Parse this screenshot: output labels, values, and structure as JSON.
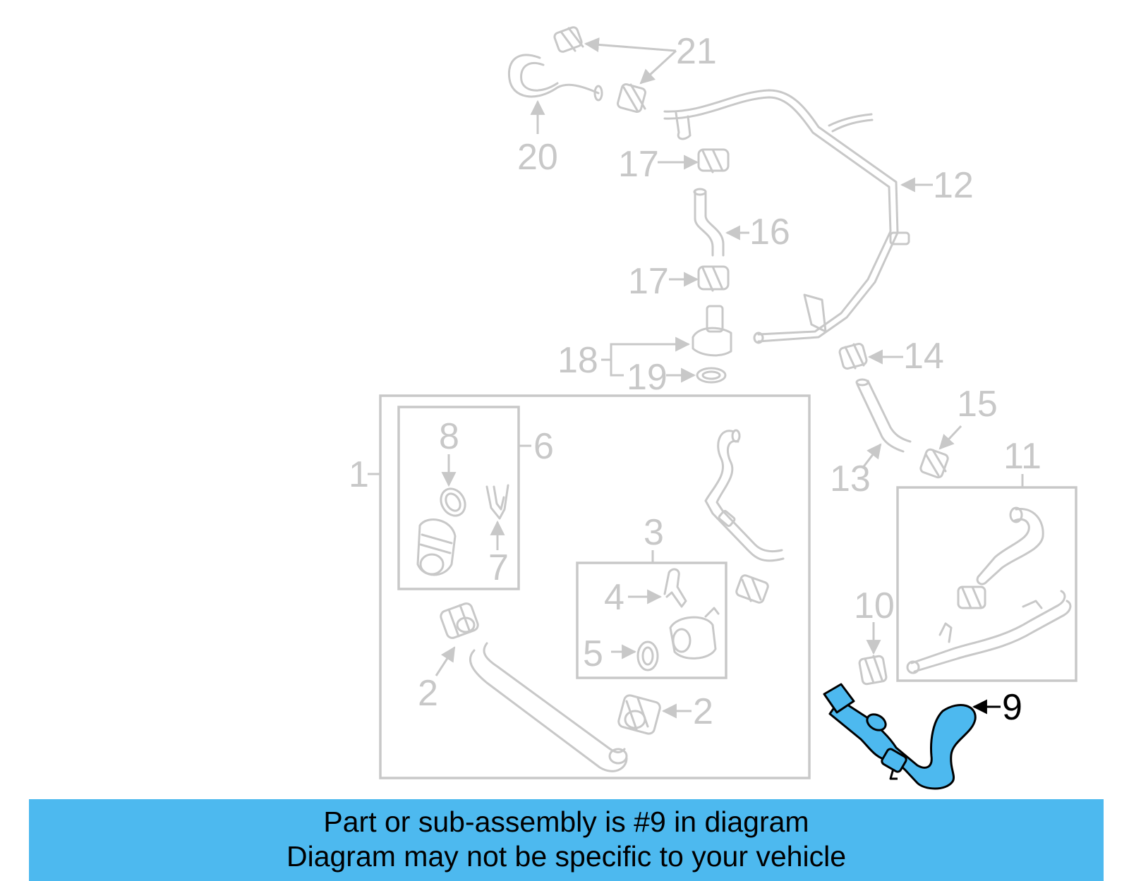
{
  "highlight_color": "#4db9ef",
  "part_color": "#c8c8c8",
  "callouts": {
    "c1": "1",
    "c2a": "2",
    "c2b": "2",
    "c3": "3",
    "c4": "4",
    "c5": "5",
    "c6": "6",
    "c7": "7",
    "c8": "8",
    "c9": "9",
    "c10": "10",
    "c11": "11",
    "c12": "12",
    "c13": "13",
    "c14": "14",
    "c15": "15",
    "c16": "16",
    "c17a": "17",
    "c17b": "17",
    "c18": "18",
    "c19": "19",
    "c20": "20",
    "c21": "21"
  },
  "highlighted_part": "9",
  "banner": {
    "line1": "Part or sub-assembly is #9 in diagram",
    "line2": "Diagram may not be specific to your vehicle"
  }
}
